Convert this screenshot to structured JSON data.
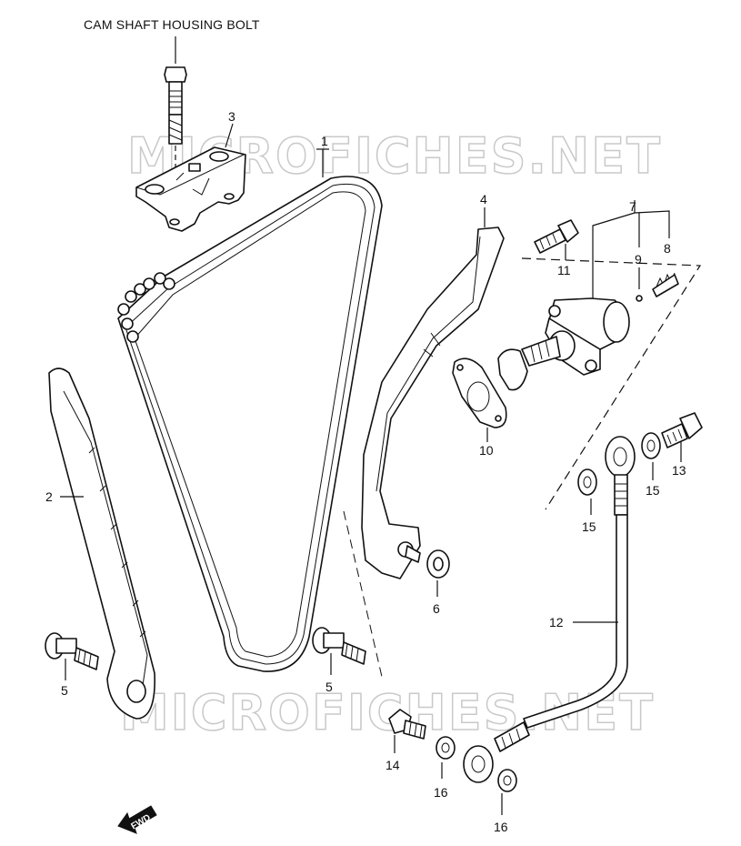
{
  "title": "CAM SHAFT HOUSING BOLT",
  "watermark": "MICROFICHES.NET",
  "fwd_label": "FWD",
  "callouts": {
    "p1": "1",
    "p2": "2",
    "p3": "3",
    "p4": "4",
    "p5a": "5",
    "p5b": "5",
    "p6": "6",
    "p7": "7",
    "p8": "8",
    "p9": "9",
    "p10": "10",
    "p11": "11",
    "p12": "12",
    "p13": "13",
    "p14": "14",
    "p15a": "15",
    "p15b": "15",
    "p16a": "16",
    "p16b": "16"
  }
}
